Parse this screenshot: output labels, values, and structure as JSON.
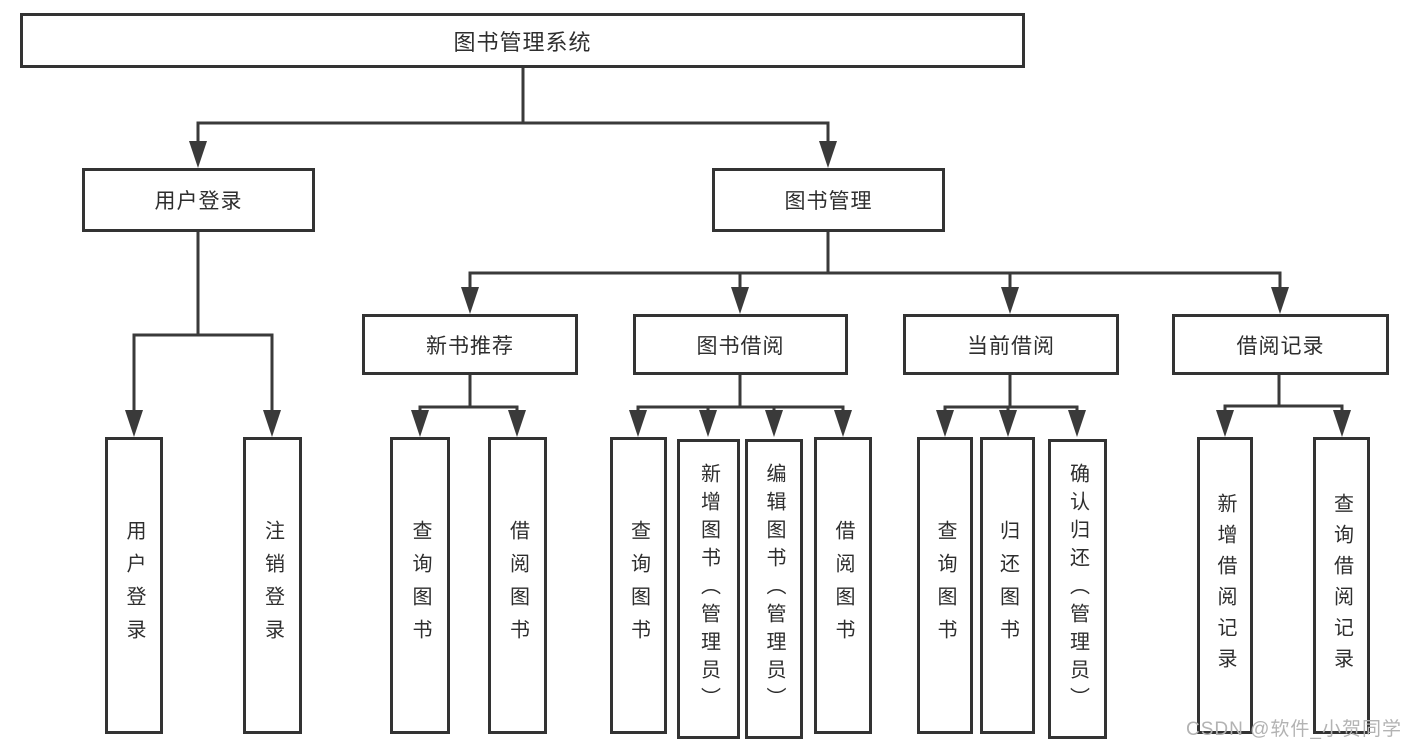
{
  "diagram": {
    "root": {
      "label": "图书管理系统",
      "children": [
        {
          "label": "用户登录",
          "children": [
            {
              "label": "用户登录"
            },
            {
              "label": "注销登录"
            }
          ]
        },
        {
          "label": "图书管理",
          "children": [
            {
              "label": "新书推荐",
              "children": [
                {
                  "label": "查询图书"
                },
                {
                  "label": "借阅图书"
                }
              ]
            },
            {
              "label": "图书借阅",
              "children": [
                {
                  "label": "查询图书"
                },
                {
                  "label": "新增图书（管理员）"
                },
                {
                  "label": "编辑图书（管理员）"
                },
                {
                  "label": "借阅图书"
                }
              ]
            },
            {
              "label": "当前借阅",
              "children": [
                {
                  "label": "查询图书"
                },
                {
                  "label": "归还图书"
                },
                {
                  "label": "确认归还（管理员）"
                }
              ]
            },
            {
              "label": "借阅记录",
              "children": [
                {
                  "label": "新增借阅记录"
                },
                {
                  "label": "查询借阅记录"
                }
              ]
            }
          ]
        }
      ]
    }
  },
  "watermark": "CSDN @软件_小贺同学",
  "colors": {
    "line": "#3a3a3a",
    "box_border": "#333333",
    "text": "#2e2e2e",
    "watermark": "#b3b3b3",
    "background": "#ffffff"
  }
}
